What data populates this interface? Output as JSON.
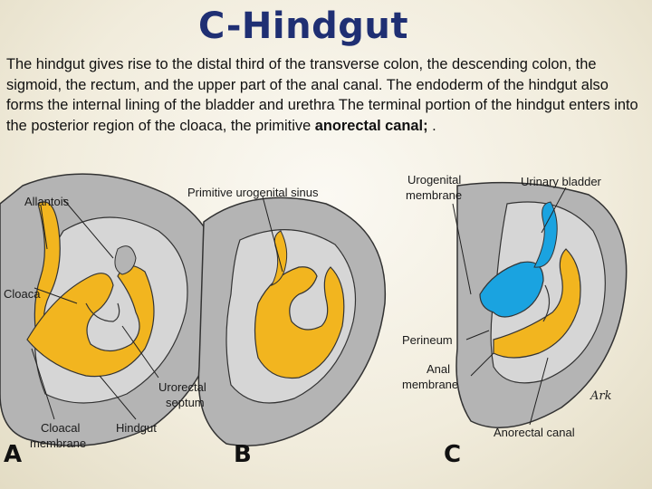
{
  "slide": {
    "title": "C-Hindgut",
    "body_before": "The hindgut gives rise to the distal third of the transverse colon, the descending colon, the sigmoid, the rectum, and the upper part of the anal canal. The endoderm of the hindgut also forms the internal lining of the bladder and urethra   The terminal portion of the hindgut enters into the posterior region of the cloaca, the primitive ",
    "body_bold": "anorectal canal;",
    "body_after": " ."
  },
  "figure": {
    "labels": {
      "allantois": "Allantois",
      "cloaca": "Cloaca",
      "primitive_urogenital_sinus": "Primitive urogenital sinus",
      "urogenital_membrane_1": "Urogenital",
      "urogenital_membrane_2": "membrane",
      "urinary_bladder": "Urinary bladder",
      "urorectal_septum_1": "Urorectal",
      "urorectal_septum_2": "septum",
      "cloacal_membrane_1": "Cloacal",
      "cloacal_membrane_2": "membrane",
      "hindgut": "Hindgut",
      "perineum": "Perineum",
      "anal_membrane_1": "Anal",
      "anal_membrane_2": "membrane",
      "anorectal_canal": "Anorectal canal",
      "signature": "Ark"
    },
    "panels": [
      "A",
      "B",
      "C"
    ],
    "colors": {
      "tissue": "#b4b4b4",
      "tissue_light": "#d6d6d6",
      "endoderm": "#f2b51f",
      "bladder": "#1aa3e0",
      "title": "#1f2f73"
    }
  }
}
